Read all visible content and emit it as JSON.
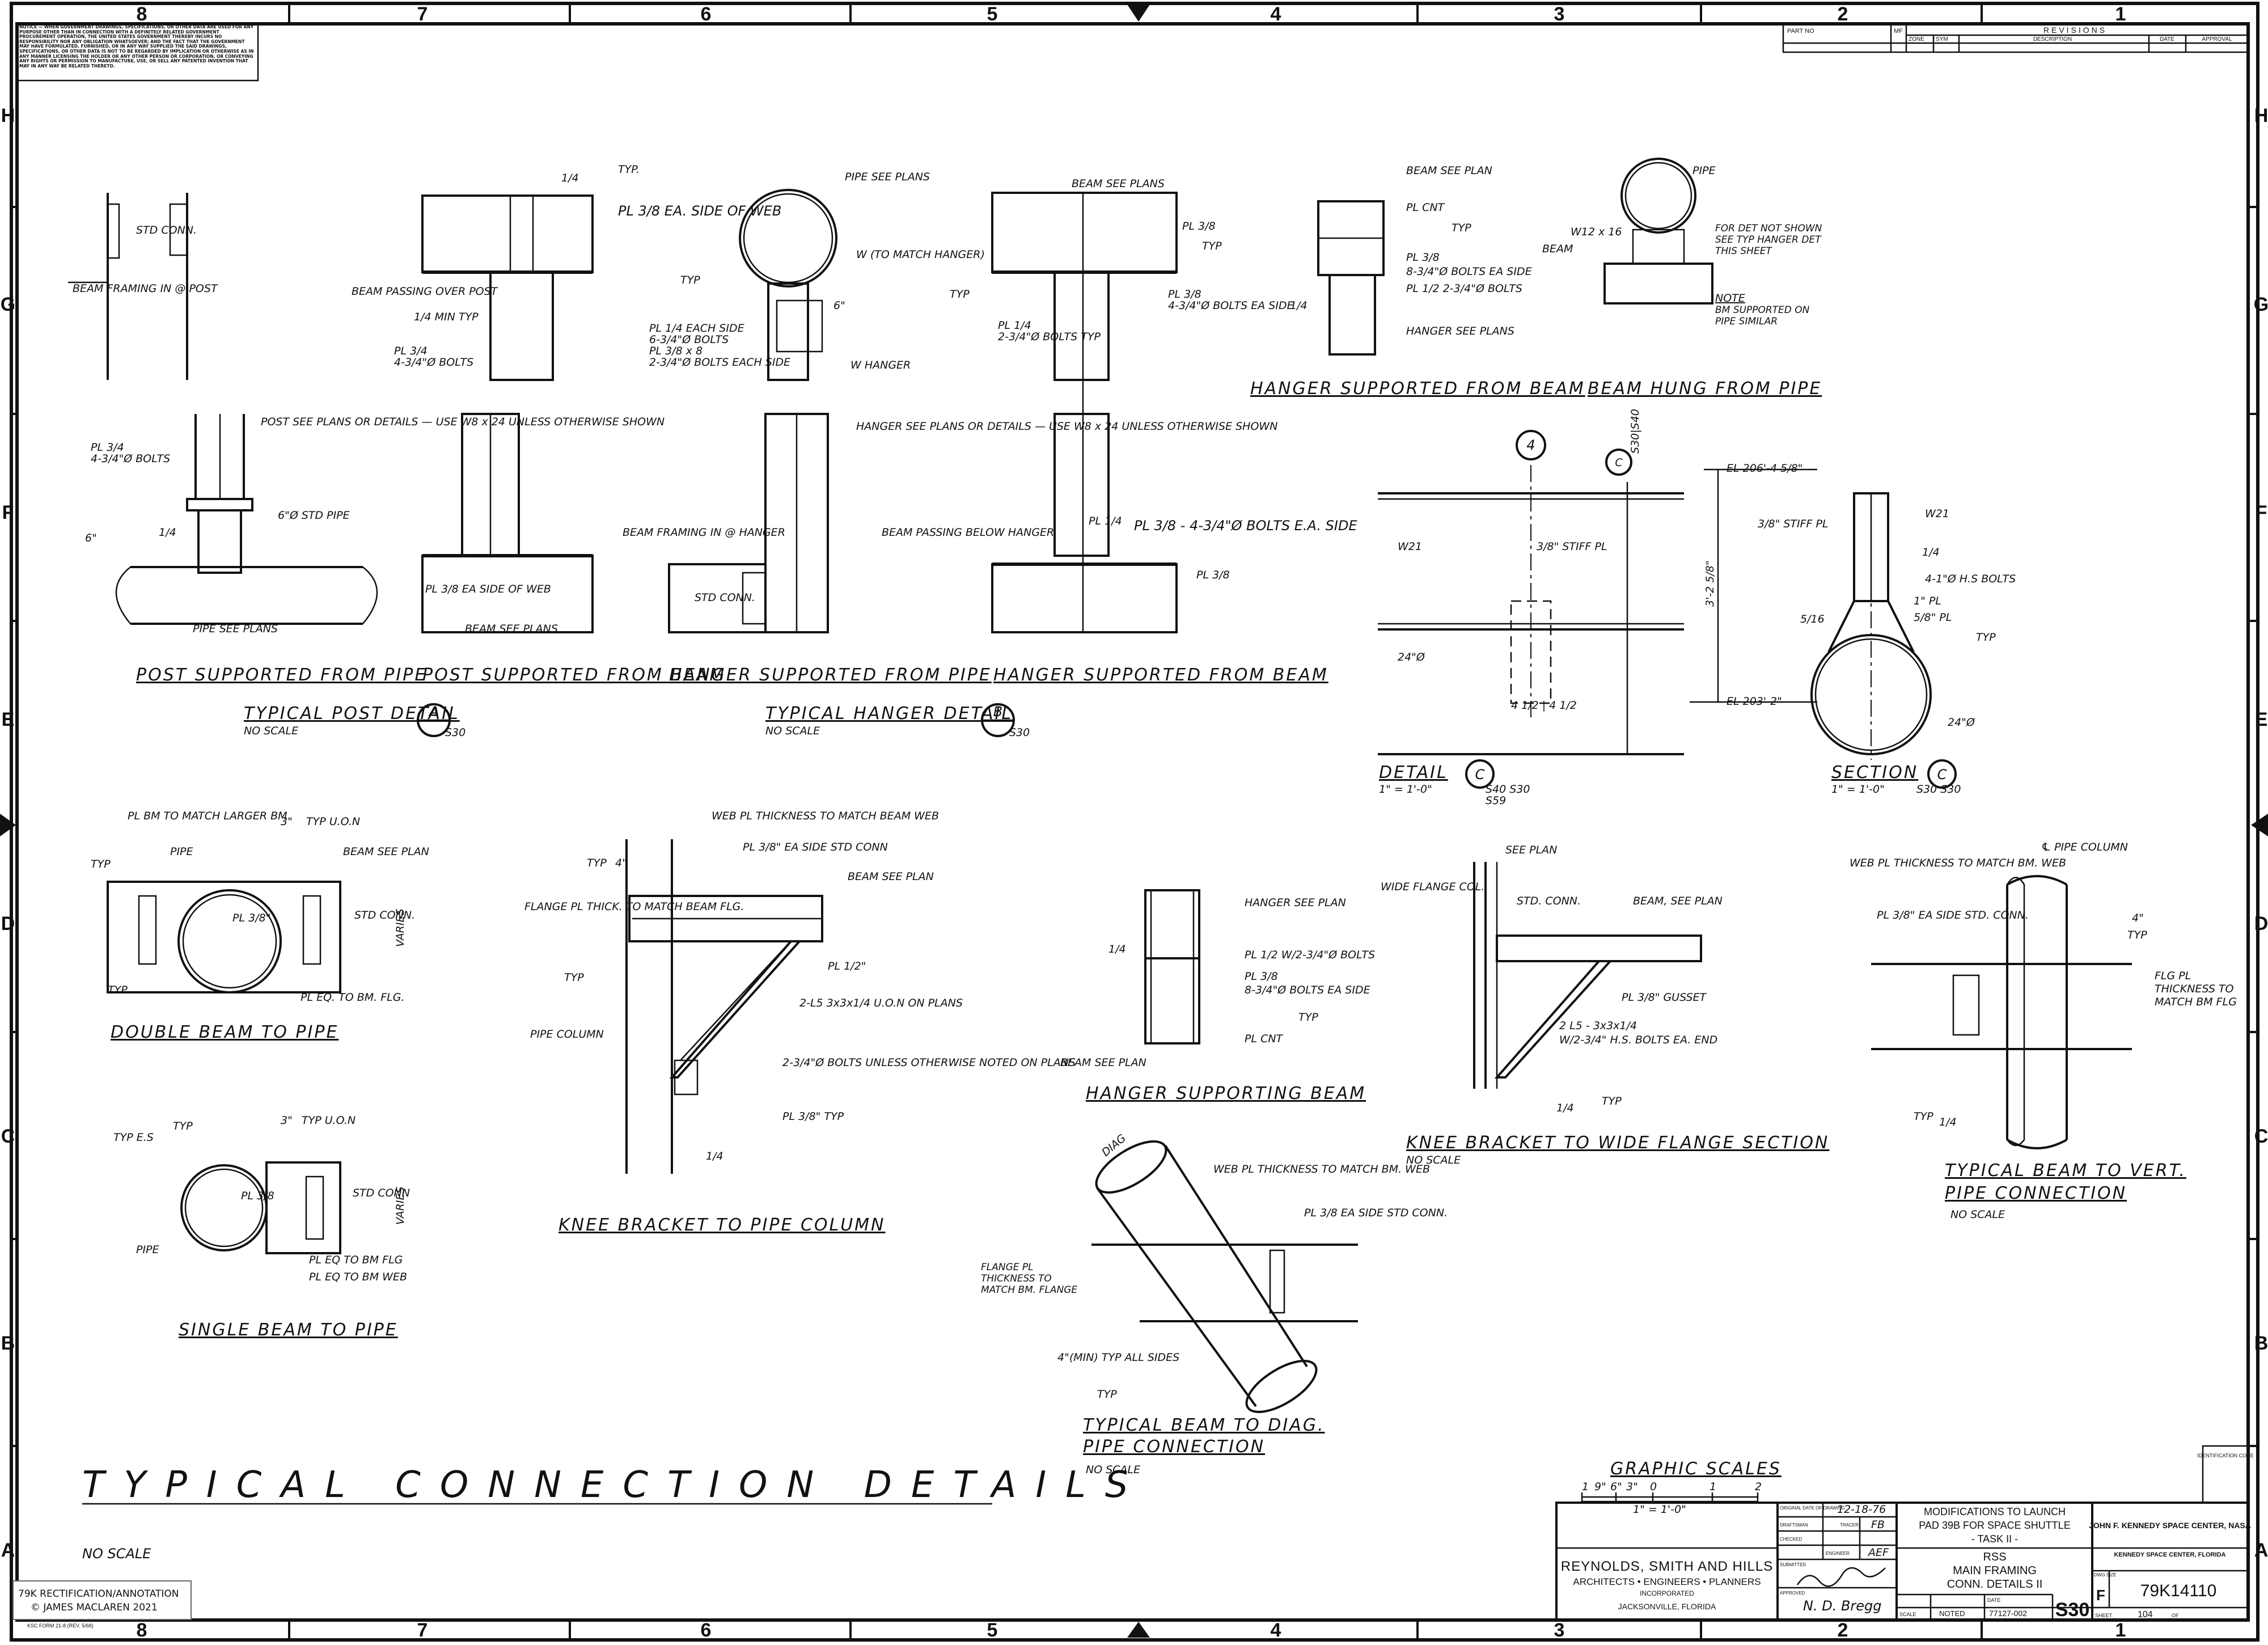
{
  "sheet": {
    "title": "TYPICAL CONNECTION DETAILS",
    "title_note": "NO SCALE",
    "notice": "NOTICE — WHEN GOVERNMENT DRAWINGS, SPECIFICATIONS, OR OTHER DATA ARE USED FOR ANY PURPOSE OTHER THAN IN CONNECTION WITH A DEFINITELY RELATED GOVERNMENT PROCUREMENT OPERATION, THE UNITED STATES GOVERNMENT THEREBY INCURS NO RESPONSIBILITY NOR ANY OBLIGATION WHATSOEVER; AND THE FACT THAT THE GOVERNMENT MAY HAVE FORMULATED, FURNISHED, OR IN ANY WAY SUPPLIED THE SAID DRAWINGS, SPECIFICATIONS, OR OTHER DATA IS NOT TO BE REGARDED BY IMPLICATION OR OTHERWISE AS IN ANY MANNER LICENSING THE HOLDER OR ANY OTHER PERSON OR CORPORATION, OR CONVEYING ANY RIGHTS OR PERMISSION TO MANUFACTURE, USE, OR SELL ANY PATENTED INVENTION THAT MAY IN ANY WAY BE RELATED THERETO.",
    "grid_columns": [
      "8",
      "7",
      "6",
      "5",
      "4",
      "3",
      "2",
      "1"
    ],
    "grid_rows": [
      "H",
      "G",
      "F",
      "E",
      "D",
      "C",
      "B",
      "A"
    ],
    "form_note": "KSC FORM 21-8 (REV. 5/68)",
    "watermark": {
      "line1": "79K RECTIFICATION/ANNOTATION",
      "line2": "© JAMES MACLAREN 2021"
    }
  },
  "revisions": {
    "header": "REVISIONS",
    "part_no": "PART NO",
    "mf": "MF",
    "zone": "ZONE",
    "sym": "SYM",
    "description": "DESCRIPTION",
    "date": "DATE",
    "approval": "APPROVAL"
  },
  "details": {
    "post_pipe": {
      "title": "POST SUPPORTED FROM PIPE",
      "labels": [
        "STD CONN.",
        "BEAM FRAMING IN @ POST",
        "POST SEE PLANS OR DETAILS — USE W8 x 24 UNLESS OTHERWISE SHOWN",
        "PL 3/4",
        "4-3/4\"Ø BOLTS",
        "6\"Ø STD PIPE",
        "1/4",
        "6\"",
        "PIPE SEE PLANS"
      ]
    },
    "post_beam": {
      "title": "POST SUPPORTED FROM BEAM",
      "labels": [
        "TYP.",
        "1/4",
        "PL 3/8 EA. SIDE OF WEB",
        "BEAM PASSING OVER POST",
        "1/4 MIN TYP",
        "PL 3/4",
        "4-3/4\"Ø BOLTS",
        "PL 3/8 EA SIDE OF WEB",
        "BEAM SEE PLANS"
      ]
    },
    "hanger_pipe": {
      "title": "HANGER SUPPORTED FROM PIPE",
      "labels": [
        "PIPE SEE PLANS",
        "W (TO MATCH HANGER)",
        "TYP",
        "PL 1/4 EACH SIDE",
        "6-3/4\"Ø BOLTS",
        "PL 3/8 x 8",
        "2-3/4\"Ø BOLTS EACH SIDE",
        "W HANGER",
        "HANGER SEE PLANS OR DETAILS — USE W8 x 24 UNLESS OTHERWISE SHOWN",
        "BEAM FRAMING IN @ HANGER",
        "STD CONN.",
        "6\""
      ]
    },
    "hanger_beam": {
      "title": "HANGER SUPPORTED FROM BEAM",
      "labels": [
        "BEAM SEE PLANS",
        "PL 3/8",
        "TYP",
        "TYP",
        "PL 1/4",
        "2-3/4\"Ø BOLTS TYP",
        "PL 3/8",
        "4-3/4\"Ø BOLTS EA SIDE",
        "BEAM PASSING BELOW HANGER",
        "PL 1/4",
        "PL 3/8 - 4-3/4\"Ø BOLTS E.A. SIDE",
        "PL 3/8"
      ]
    },
    "post_group": {
      "title": "TYPICAL POST DETAIL",
      "tag": "A",
      "sheet": "S30",
      "note": "NO SCALE"
    },
    "hanger_group": {
      "title": "TYPICAL HANGER DETAIL",
      "tag": "B",
      "sheet": "S30",
      "note": "NO SCALE"
    },
    "hanger_supported_beam": {
      "title": "HANGER SUPPORTED FROM BEAM",
      "labels": [
        "BEAM SEE PLAN",
        "PL CNT",
        "TYP",
        "PL 3/8",
        "8-3/4\"Ø BOLTS EA SIDE",
        "PL 1/2 2-3/4\"Ø BOLTS",
        "HANGER SEE PLANS",
        "1/4"
      ]
    },
    "beam_hung_pipe": {
      "title": "BEAM HUNG FROM PIPE",
      "labels": [
        "PIPE",
        "W12 x 16",
        "BEAM",
        "FOR DET NOT SHOWN SEE TYP HANGER DET THIS SHEET",
        "NOTE",
        "BM SUPPORTED ON PIPE SIMILAR"
      ]
    },
    "detail_c": {
      "title": "DETAIL",
      "tag": "C",
      "scale": "1\" = 1'-0\"",
      "ref": "S40 S30",
      "ref2": "S59",
      "labels": [
        "4",
        "C",
        "S30|S40",
        "W21",
        "3/8\" STIFF PL",
        "24\"Ø",
        "4 1/2 | 4 1/2",
        "EL 206'-4 5/8\"",
        "EL 203'-2\"",
        "3'-2 5/8\""
      ]
    },
    "section_c": {
      "title": "SECTION",
      "tag": "C",
      "scale": "1\" = 1'-0\"",
      "ref": "S30 S30",
      "labels": [
        "W21",
        "3/8\" STIFF PL",
        "4-1\"Ø H.S BOLTS",
        "1\" PL",
        "5/8\" PL",
        "TYP",
        "5/16",
        "24\"Ø",
        "1/4"
      ]
    },
    "double_beam": {
      "title": "DOUBLE BEAM TO PIPE",
      "labels": [
        "PL BM TO MATCH LARGER BM",
        "3\"",
        "TYP U.O.N",
        "TYP",
        "PIPE",
        "BEAM SEE PLAN",
        "STD CONN.",
        "VARIES",
        "PL 3/8\"",
        "TYP",
        "PL EQ. TO BM. FLG."
      ]
    },
    "single_beam": {
      "title": "SINGLE BEAM TO PIPE",
      "labels": [
        "TYP",
        "3\"",
        "TYP U.O.N",
        "TYP E.S",
        "STD CONN",
        "VARIES",
        "PL 3/8",
        "PIPE",
        "PL EQ TO BM FLG",
        "PL EQ TO BM WEB"
      ]
    },
    "knee_pipe": {
      "title": "KNEE BRACKET TO PIPE COLUMN",
      "labels": [
        "WEB PL THICKNESS TO MATCH BEAM WEB",
        "PL 3/8\" EA SIDE STD CONN",
        "BEAM SEE PLAN",
        "TYP",
        "4\"",
        "FLANGE PL THICK. TO MATCH BEAM FLG.",
        "PL 1/2\"",
        "TYP",
        "2-L5 3x3x1/4 U.O.N ON PLANS",
        "PIPE COLUMN",
        "2-3/4\"Ø BOLTS UNLESS OTHERWISE NOTED ON PLANS",
        "PL 3/8\" TYP",
        "1/4"
      ]
    },
    "hanger_supporting_beam": {
      "title": "HANGER SUPPORTING BEAM",
      "labels": [
        "HANGER SEE PLAN",
        "PL 1/2 W/2-3/4\"Ø BOLTS",
        "PL 3/8",
        "8-3/4\"Ø BOLTS EA SIDE",
        "TYP",
        "PL CNT",
        "BEAM SEE PLAN",
        "1/4"
      ]
    },
    "knee_wf": {
      "title": "KNEE BRACKET TO WIDE FLANGE SECTION",
      "note": "NO SCALE",
      "labels": [
        "SEE PLAN",
        "WIDE FLANGE COL.",
        "STD. CONN.",
        "BEAM, SEE PLAN",
        "PL 3/8\" GUSSET",
        "2 L5 - 3x3x1/4",
        "W/2-3/4\" H.S. BOLTS EA. END",
        "TYP",
        "1/4"
      ]
    },
    "vert_pipe": {
      "title": "TYPICAL BEAM TO VERT. PIPE CONNECTION",
      "note": "NO SCALE",
      "labels": [
        "℄ PIPE COLUMN",
        "WEB PL THICKNESS TO MATCH BM. WEB",
        "PL 3/8\" EA SIDE STD. CONN.",
        "4\"",
        "TYP",
        "FLG PL THICKNESS TO MATCH BM FLG",
        "TYP",
        "1/4"
      ]
    },
    "diag_pipe": {
      "title": "TYPICAL BEAM TO DIAG. PIPE CONNECTION",
      "note": "NO SCALE",
      "labels": [
        "DIAG",
        "WEB PL THICKNESS TO MATCH BM. WEB",
        "PL 3/8 EA SIDE STD CONN.",
        "FLANGE PL THICKNESS TO MATCH BM. FLANGE",
        "4\"(MIN) TYP ALL SIDES",
        "TYP"
      ]
    }
  },
  "graphic_scales": {
    "title": "GRAPHIC SCALES",
    "ticks": [
      "1",
      "9\"",
      "6\"",
      "3\"",
      "0",
      "1",
      "2"
    ],
    "unit": "1\" = 1'-0\""
  },
  "title_block": {
    "firm": [
      "REYNOLDS, SMITH AND HILLS",
      "ARCHITECTS • ENGINEERS • PLANNERS",
      "INCORPORATED",
      "JACKSONVILLE, FLORIDA"
    ],
    "modification": [
      "MODIFICATIONS TO LAUNCH",
      "PAD 39B FOR SPACE SHUTTLE",
      "- TASK II -"
    ],
    "drawing": [
      "RSS",
      "MAIN FRAMING",
      "CONN. DETAILS II"
    ],
    "agency": "JOHN F. KENNEDY SPACE CENTER, NASA",
    "location": "KENNEDY SPACE CENTER, FLORIDA",
    "sheet_no": "S30",
    "size": "F",
    "dwg_no": "79K14110",
    "scale_label": "SCALE",
    "scale": "NOTED",
    "date_label": "DATE",
    "date": "77127-002",
    "sheet_label": "SHEET",
    "sheet": "104",
    "of_label": "OF",
    "fields": [
      "ORIGINAL DATE OF DRAWING",
      "12-18-76",
      "DRAFTSMAN",
      "TRACER",
      "FB",
      "CHECKED",
      "ENGINEER",
      "AEF",
      "SUBMITTED",
      "APPROVED"
    ],
    "signatures": [
      "Signature",
      "N. D. Bregg"
    ],
    "size_label": "DWG SIZE",
    "code_label": "IDENTIFICATION CODE"
  }
}
